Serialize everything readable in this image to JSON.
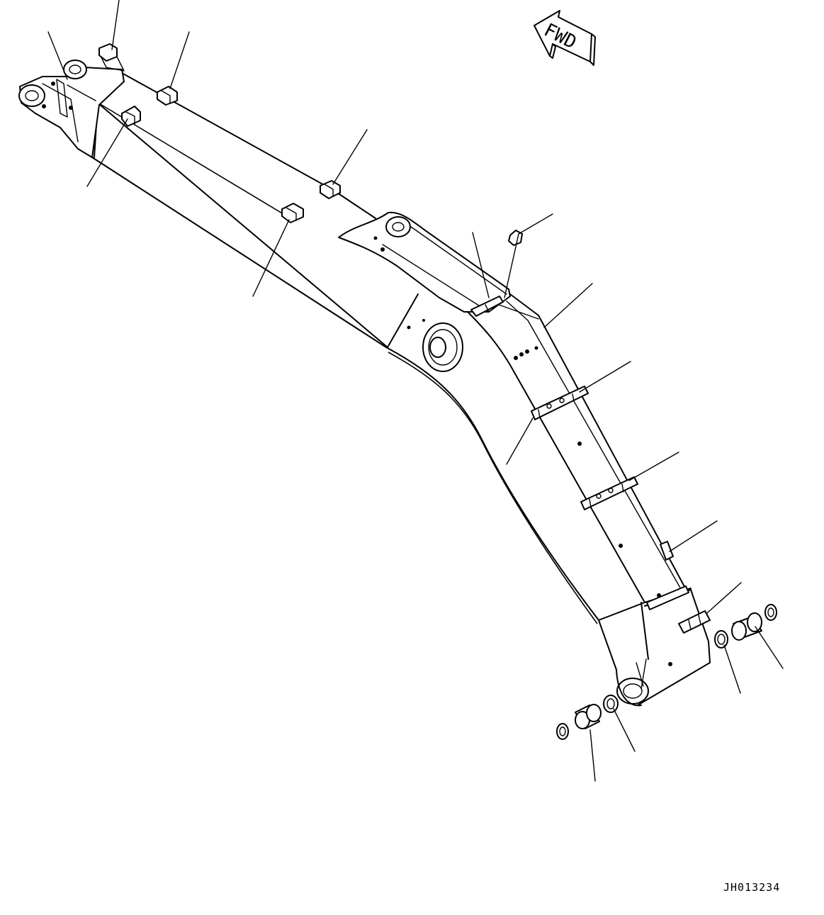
{
  "diagram": {
    "direction_label": "FWD",
    "drawing_number": "JH013234"
  },
  "parts": [
    {
      "name": "boom-body"
    },
    {
      "name": "hose-clamp-brackets"
    },
    {
      "name": "foot-pin-bushings"
    },
    {
      "name": "grease-fitting"
    }
  ]
}
